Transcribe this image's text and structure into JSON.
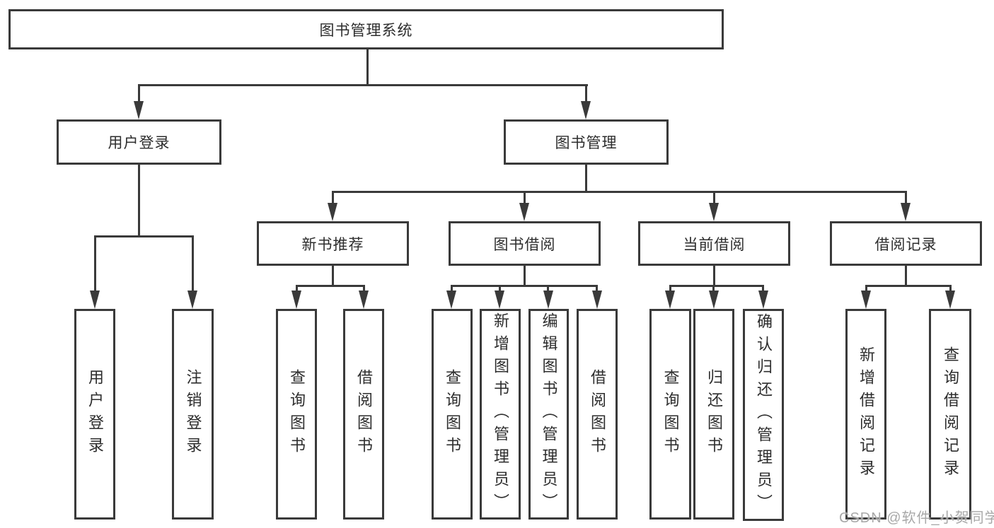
{
  "colors": {
    "line": "#3a3a3a",
    "text": "#2d2d2d",
    "watermark": "#a8a8a8",
    "background": "#ffffff"
  },
  "tree": {
    "root": {
      "label": "图书管理系统",
      "children": [
        {
          "label": "用户登录",
          "children": [
            {
              "label": "用户登录"
            },
            {
              "label": "注销登录"
            }
          ]
        },
        {
          "label": "图书管理",
          "children": [
            {
              "label": "新书推荐",
              "children": [
                {
                  "label": "查询图书"
                },
                {
                  "label": "借阅图书"
                }
              ]
            },
            {
              "label": "图书借阅",
              "children": [
                {
                  "label": "查询图书"
                },
                {
                  "label": "新增图书（管理员）"
                },
                {
                  "label": "编辑图书（管理员）"
                },
                {
                  "label": "借阅图书"
                }
              ]
            },
            {
              "label": "当前借阅",
              "children": [
                {
                  "label": "查询图书"
                },
                {
                  "label": "归还图书"
                },
                {
                  "label": "确认归还（管理员）"
                }
              ]
            },
            {
              "label": "借阅记录",
              "children": [
                {
                  "label": "新增借阅记录"
                },
                {
                  "label": "查询借阅记录"
                }
              ]
            }
          ]
        }
      ]
    }
  },
  "watermark": {
    "text": "CSDN @软件_小贺同学"
  }
}
